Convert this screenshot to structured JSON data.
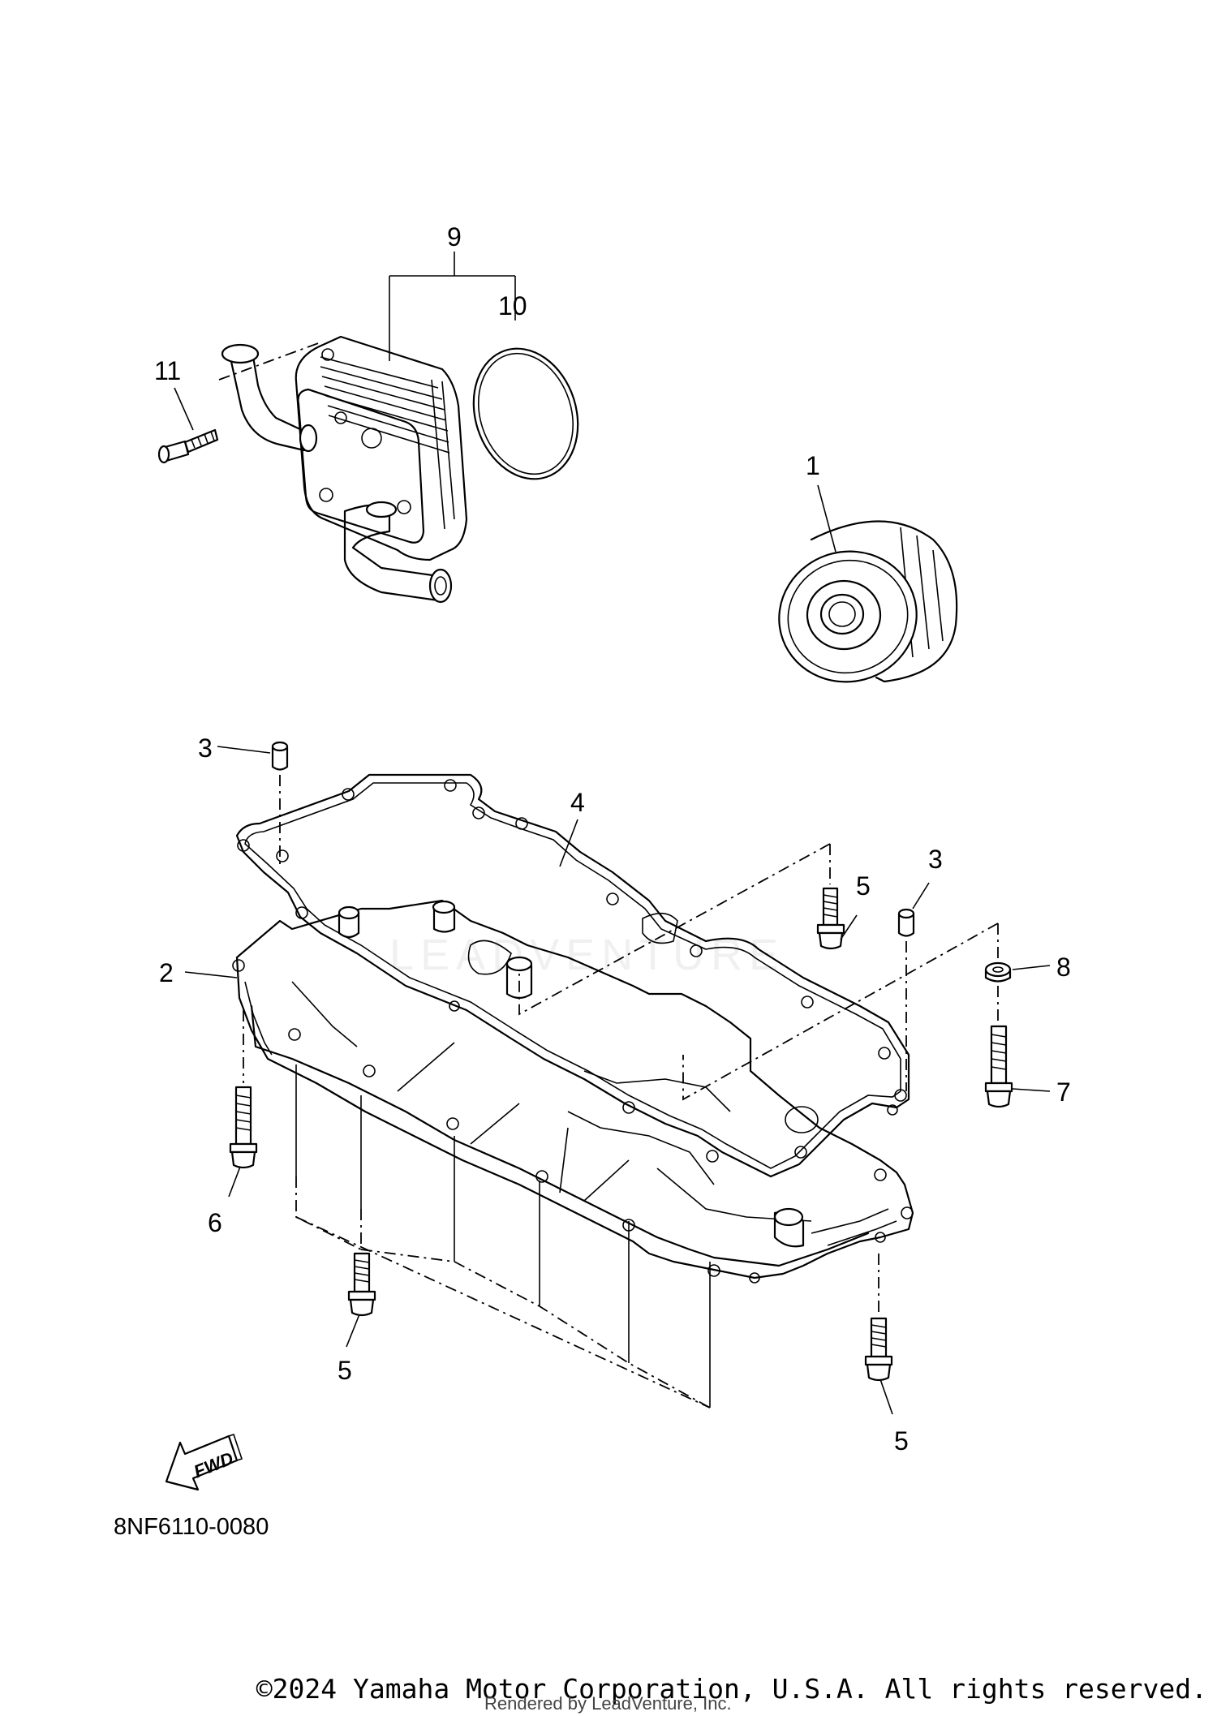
{
  "callouts": {
    "c1": "1",
    "c2": "2",
    "c3a": "3",
    "c3b": "3",
    "c4": "4",
    "c5a": "5",
    "c5b": "5",
    "c5c": "5",
    "c6": "6",
    "c7": "7",
    "c8": "8",
    "c9": "9",
    "c10": "10",
    "c11": "11"
  },
  "fwd_label": "FWD",
  "diagram_code": "8NF6110-0080",
  "copyright": "©2024 Yamaha Motor Corporation, U.S.A. All rights reserved.",
  "rendered_by": "Rendered by LeadVenture, Inc.",
  "watermark": "LEADVENTURE"
}
